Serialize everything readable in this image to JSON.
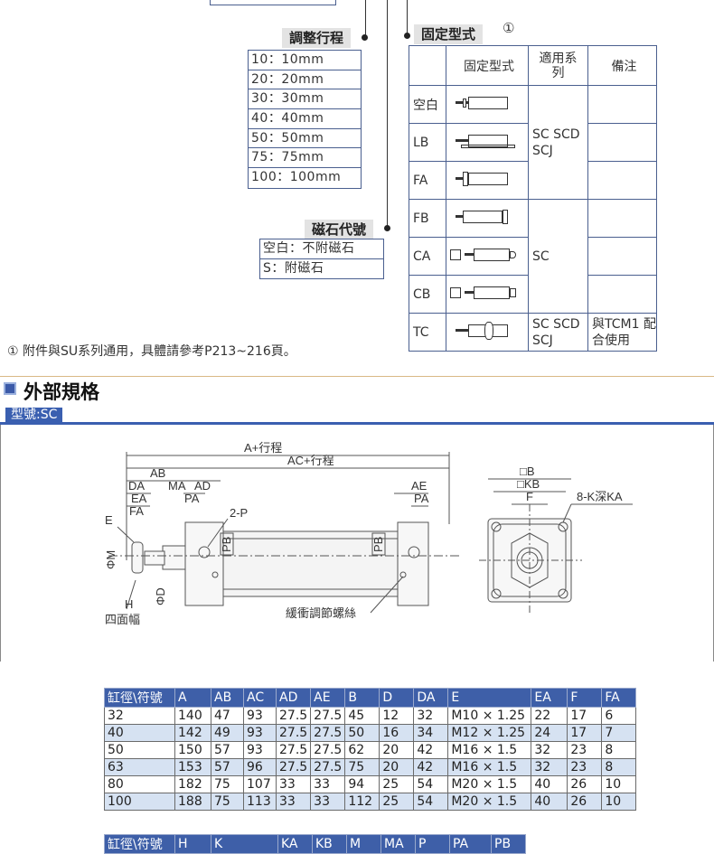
{
  "stroke_group": {
    "title": "調整行程",
    "items": [
      "10：10mm",
      "20：20mm",
      "30：30mm",
      "40：40mm",
      "50：50mm",
      "75：75mm",
      "100：100mm"
    ]
  },
  "magnet_group": {
    "title": "磁石代號",
    "items": [
      "空白：不附磁石",
      "S：附磁石"
    ]
  },
  "mount_group": {
    "title": "固定型式",
    "mark": "①",
    "header": {
      "code": "",
      "type": "固定型式",
      "series": "適用系列",
      "remark": "備注"
    },
    "rows": [
      {
        "code": "空白",
        "series": "",
        "remark": ""
      },
      {
        "code": "LB",
        "series": "",
        "remark": ""
      },
      {
        "code": "FA",
        "series": "",
        "remark": ""
      },
      {
        "code": "FB",
        "series": "",
        "remark": ""
      },
      {
        "code": "CA",
        "series": "",
        "remark": ""
      },
      {
        "code": "CB",
        "series": "",
        "remark": ""
      },
      {
        "code": "TC",
        "series": "SC SCD SCJ",
        "remark": "與TCM1 配合使用"
      }
    ],
    "series_group1": "SC SCD SCJ",
    "series_group2": "SC"
  },
  "note": "① 附件與SU系列通用，具體請參考P213~216頁。",
  "section": {
    "title": "外部規格",
    "model": "型號:SC"
  },
  "drawing": {
    "labels": {
      "a_stroke": "A+行程",
      "ac_stroke": "AC+行程",
      "ab": "AB",
      "da": "DA",
      "ma": "MA",
      "ad": "AD",
      "ea": "EA",
      "fa": "FA",
      "pa": "PA",
      "pa2": "PA",
      "ae": "AE",
      "e": "E",
      "p": "2-P",
      "pb": "PB",
      "pb2": "PB",
      "m": "ΦM",
      "d": "ΦD",
      "h": "H",
      "h_note": "四面幅",
      "cushion": "緩衝調節螺絲",
      "b": "□B",
      "kb": "□KB",
      "f": "F",
      "k": "8-K深KA"
    }
  },
  "table1": {
    "headers": [
      "缸徑\\符號",
      "A",
      "AB",
      "AC",
      "AD",
      "AE",
      "B",
      "D",
      "DA",
      "E",
      "EA",
      "F",
      "FA"
    ],
    "rows": [
      [
        "32",
        "140",
        "47",
        "93",
        "27.5",
        "27.5",
        "45",
        "12",
        "32",
        "M10 × 1.25",
        "22",
        "17",
        "6"
      ],
      [
        "40",
        "142",
        "49",
        "93",
        "27.5",
        "27.5",
        "50",
        "16",
        "34",
        "M12 × 1.25",
        "24",
        "17",
        "7"
      ],
      [
        "50",
        "150",
        "57",
        "93",
        "27.5",
        "27.5",
        "62",
        "20",
        "42",
        "M16 × 1.5",
        "32",
        "23",
        "8"
      ],
      [
        "63",
        "153",
        "57",
        "96",
        "27.5",
        "27.5",
        "75",
        "20",
        "42",
        "M16 × 1.5",
        "32",
        "23",
        "8"
      ],
      [
        "80",
        "182",
        "75",
        "107",
        "33",
        "33",
        "94",
        "25",
        "54",
        "M20 × 1.5",
        "40",
        "26",
        "10"
      ],
      [
        "100",
        "188",
        "75",
        "113",
        "33",
        "33",
        "112",
        "25",
        "54",
        "M20 × 1.5",
        "40",
        "26",
        "10"
      ]
    ]
  },
  "table2": {
    "headers": [
      "缸徑\\符號",
      "H",
      "K",
      "KA",
      "KB",
      "M",
      "MA",
      "P",
      "PA",
      "PB"
    ]
  }
}
